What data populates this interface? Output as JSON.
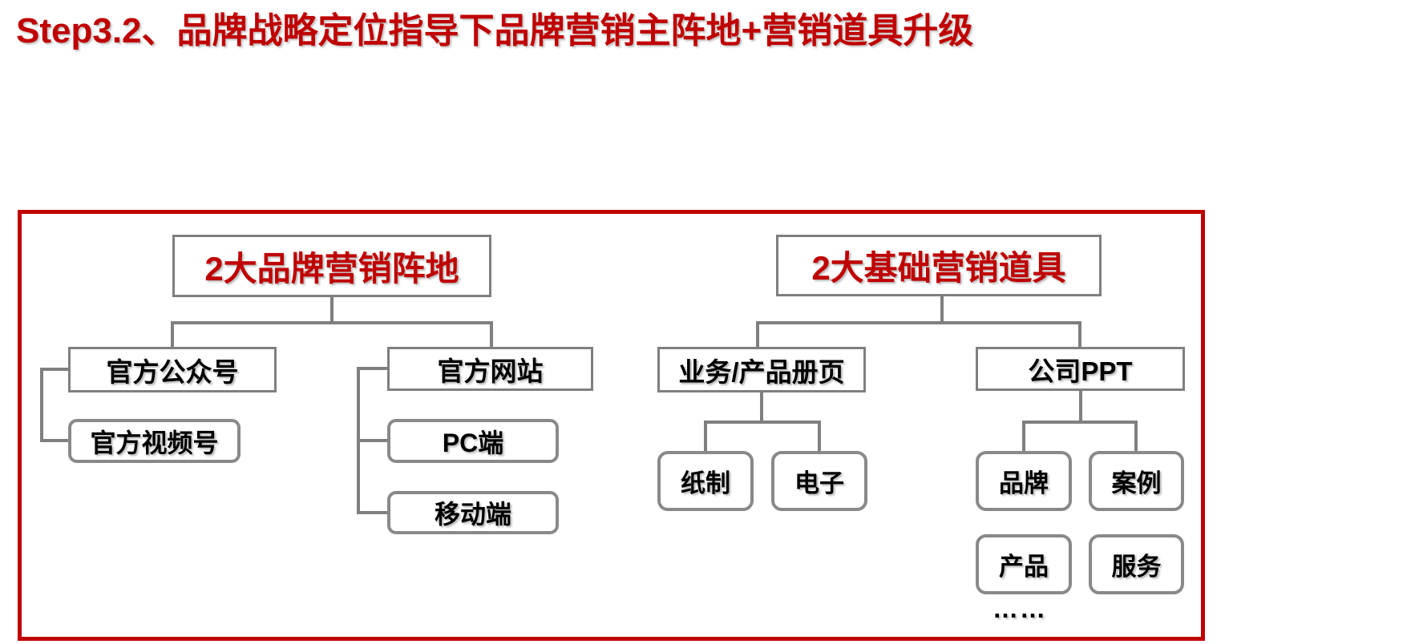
{
  "page": {
    "title": "Step3.2、品牌战略定位指导下品牌营销主阵地+营销道具升级"
  },
  "colors": {
    "accent_red": "#C00000",
    "connector_gray": "#7F7F7F",
    "box_border_gray": "#898989",
    "text_black": "#000000",
    "background": "#FFFFFF"
  },
  "diagram": {
    "left_tree": {
      "root": "2大品牌营销阵地",
      "branch1": {
        "label": "官方公众号",
        "sub1": "官方视频号"
      },
      "branch2": {
        "label": "官方网站",
        "sub1": "PC端",
        "sub2": "移动端"
      }
    },
    "right_tree": {
      "root": "2大基础营销道具",
      "branch1": {
        "label": "业务/产品册页",
        "sub1": "纸制",
        "sub2": "电子"
      },
      "branch2": {
        "label": "公司PPT",
        "sub1": "品牌",
        "sub2": "案例",
        "sub3": "产品",
        "sub4": "服务",
        "more": "……"
      }
    }
  }
}
